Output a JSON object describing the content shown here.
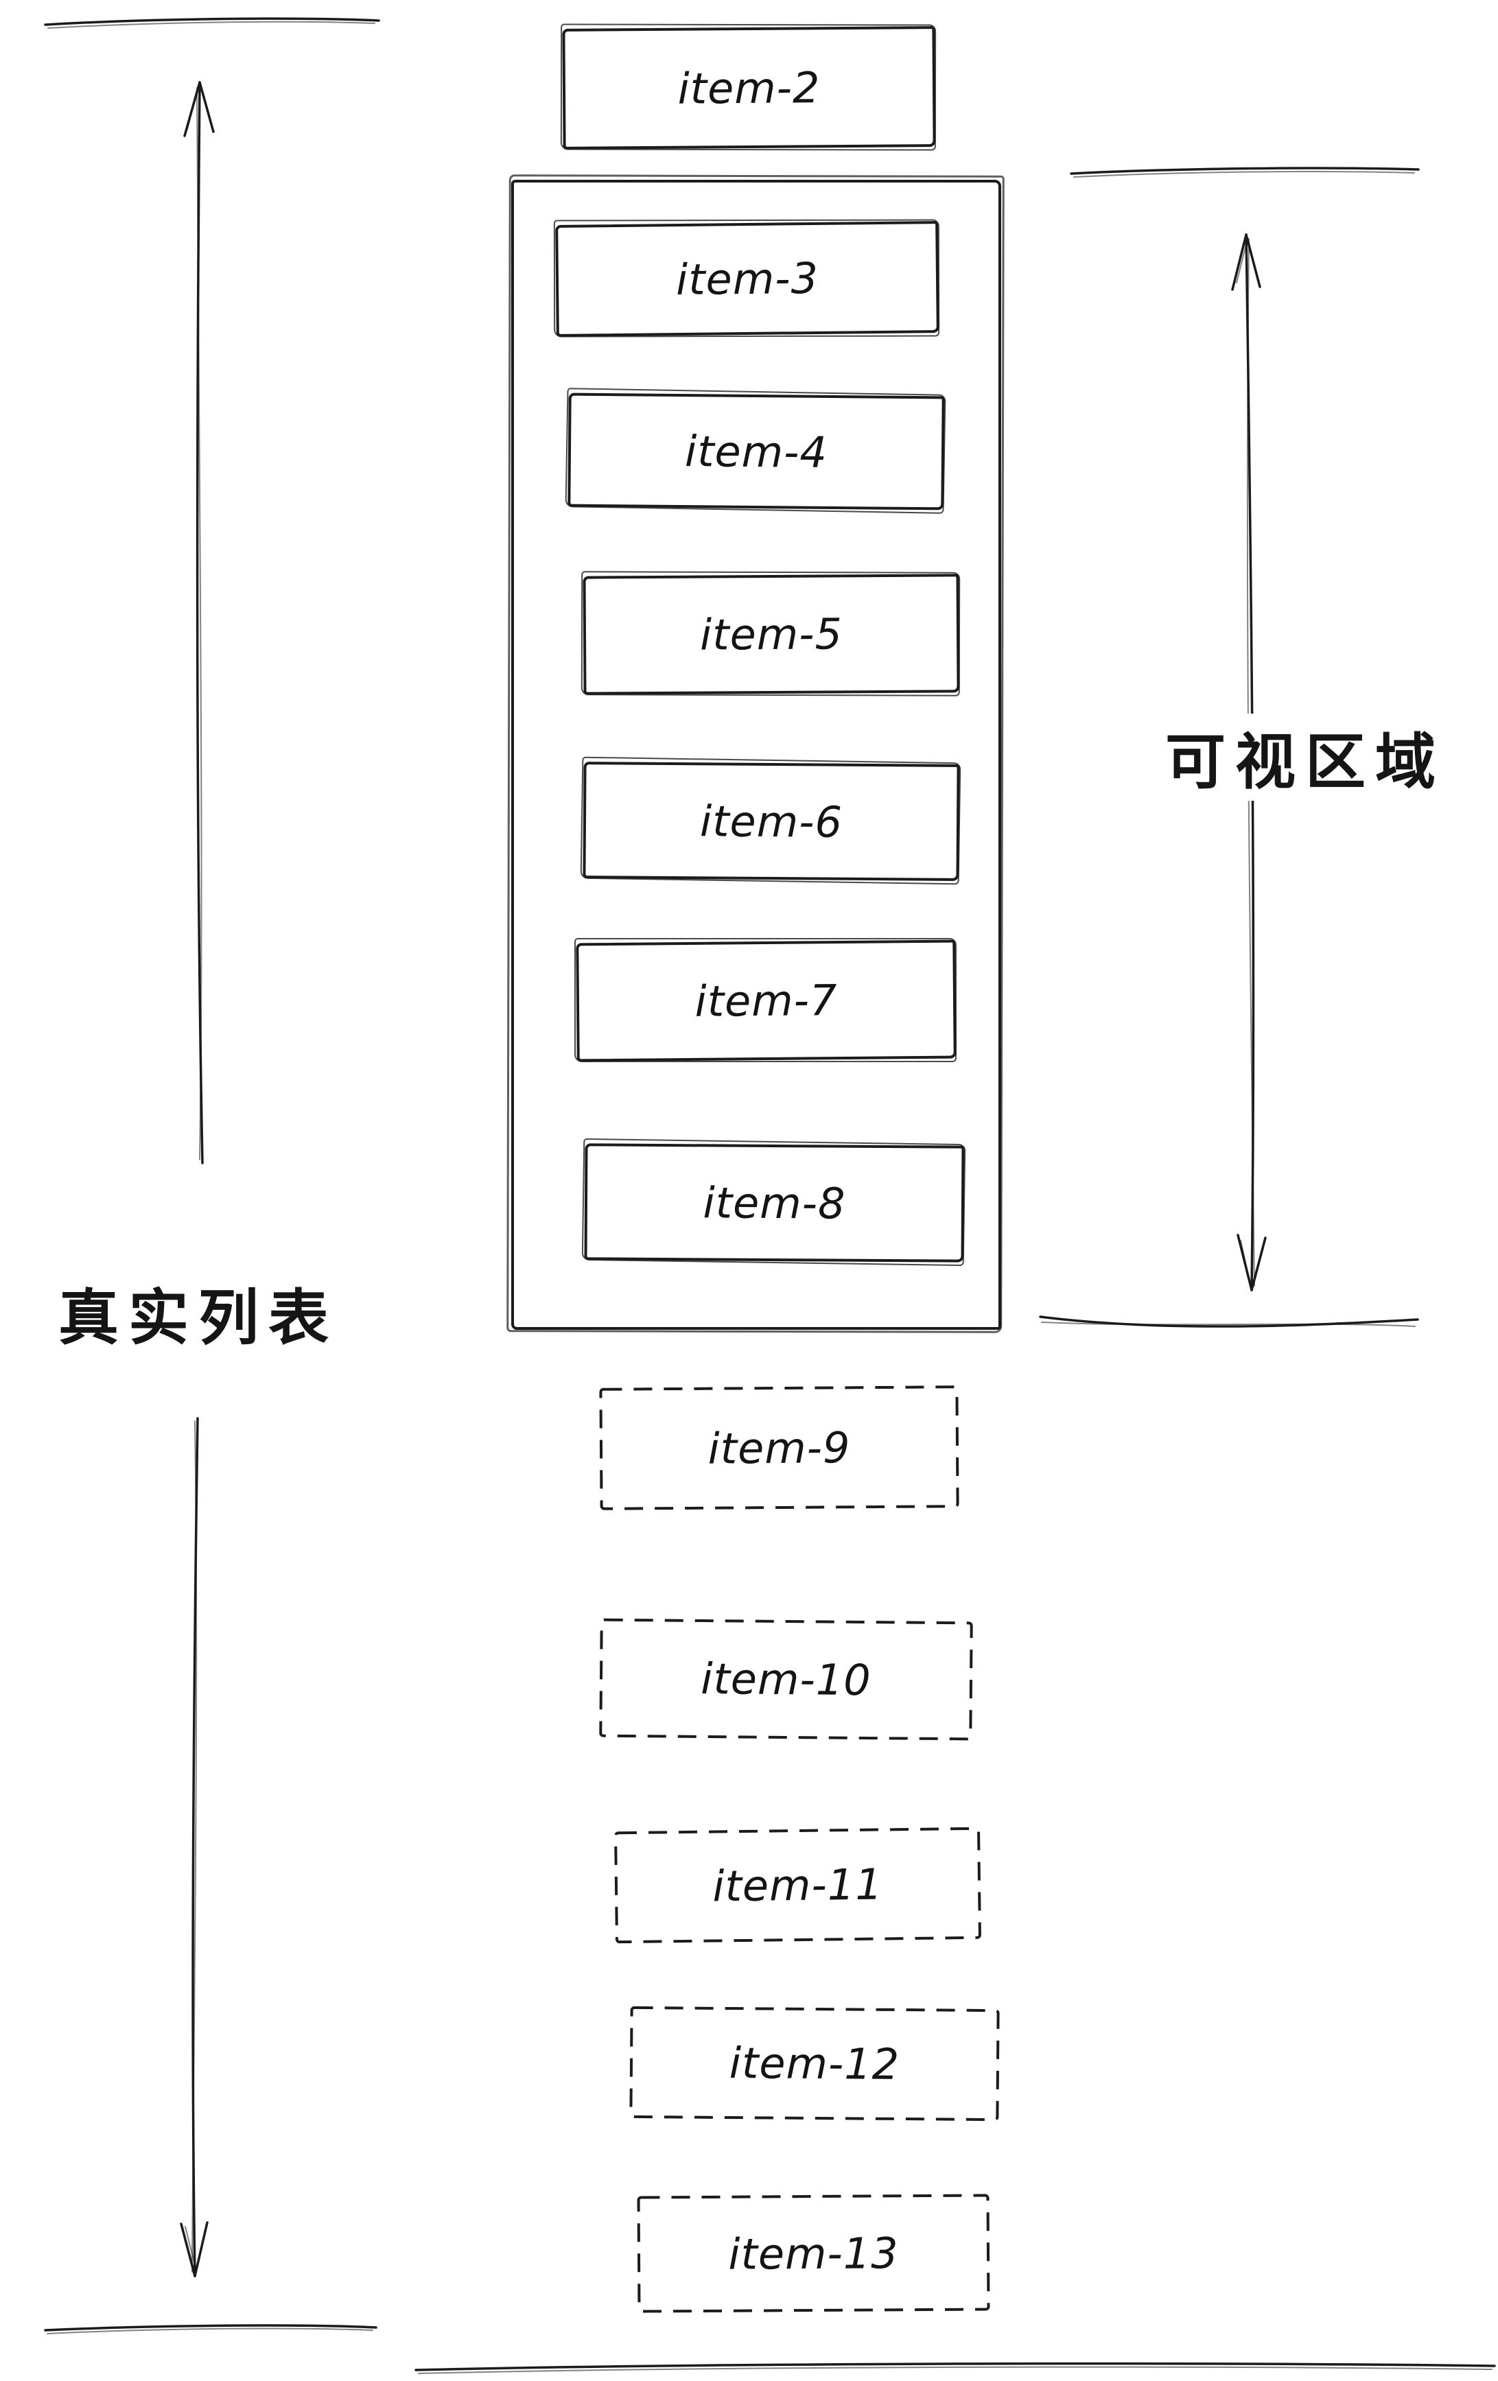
{
  "diagram": {
    "kind": "virtual-list-sketch",
    "labels": {
      "real_list": "真实列表",
      "visible_area": "可视区域"
    },
    "colors": {
      "ink": "#1b1b1b",
      "background": "#ffffff"
    },
    "items": [
      {
        "label": "item-2",
        "style": "solid",
        "region": "above-viewport"
      },
      {
        "label": "item-3",
        "style": "solid",
        "region": "viewport"
      },
      {
        "label": "item-4",
        "style": "solid",
        "region": "viewport"
      },
      {
        "label": "item-5",
        "style": "solid",
        "region": "viewport"
      },
      {
        "label": "item-6",
        "style": "solid",
        "region": "viewport"
      },
      {
        "label": "item-7",
        "style": "solid",
        "region": "viewport"
      },
      {
        "label": "item-8",
        "style": "solid",
        "region": "viewport"
      },
      {
        "label": "item-9",
        "style": "dashed",
        "region": "below-viewport"
      },
      {
        "label": "item-10",
        "style": "dashed",
        "region": "below-viewport"
      },
      {
        "label": "item-11",
        "style": "dashed",
        "region": "below-viewport"
      },
      {
        "label": "item-12",
        "style": "dashed",
        "region": "below-viewport"
      },
      {
        "label": "item-13",
        "style": "dashed",
        "region": "below-viewport"
      }
    ]
  }
}
